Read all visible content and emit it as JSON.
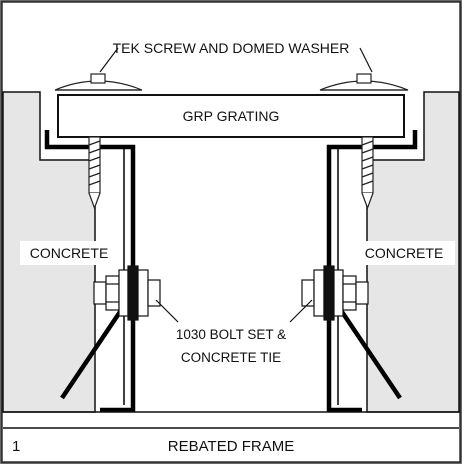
{
  "labels": {
    "screw": "TEK SCREW AND DOMED WASHER",
    "grating": "GRP GRATING",
    "concrete_left": "CONCRETE",
    "concrete_right": "CONCRETE",
    "bolt_line1": "1030 BOLT SET &",
    "bolt_line2": "CONCRETE TIE"
  },
  "title_block": {
    "number": "1",
    "title": "REBATED FRAME"
  },
  "colors": {
    "concrete": "#e6e6e6",
    "line": "#111111",
    "frame": "#000000",
    "background": "#ffffff"
  }
}
